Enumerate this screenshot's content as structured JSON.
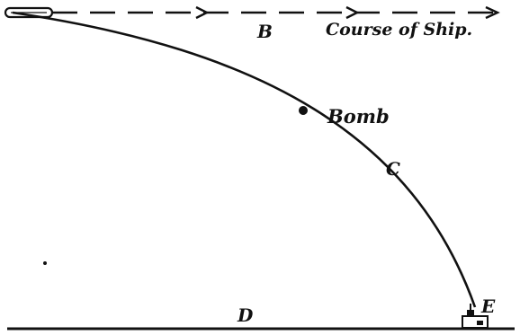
{
  "diagram": {
    "course_label": "Course of Ship.",
    "point_b": "B",
    "bomb_label": "Bomb",
    "point_c": "C",
    "point_d": "D",
    "point_e": "E"
  }
}
